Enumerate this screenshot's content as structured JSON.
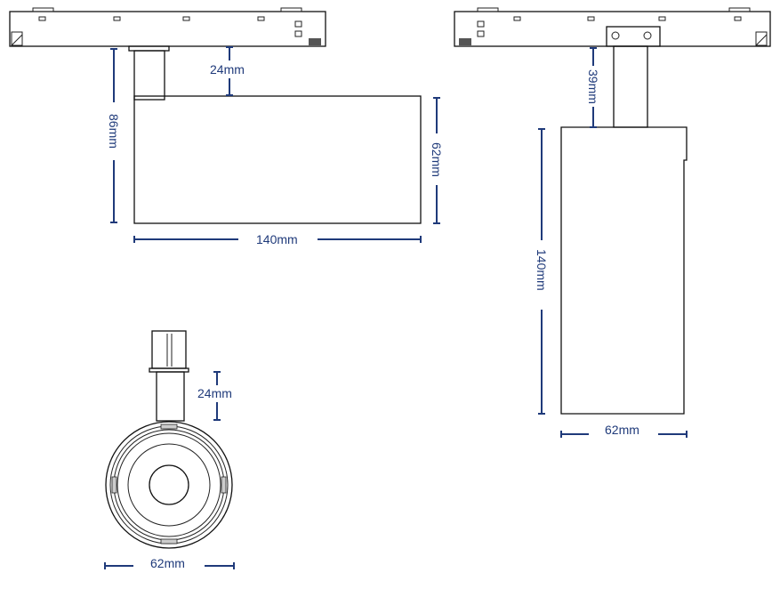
{
  "dimensions": {
    "side_view": {
      "stem_height": "24mm",
      "total_height": "86mm",
      "head_height": "62mm",
      "length": "140mm"
    },
    "front_view": {
      "stem_height": "39mm",
      "body_length": "140mm",
      "width": "62mm"
    },
    "end_view": {
      "stem_height": "24mm",
      "diameter": "62mm"
    }
  },
  "colors": {
    "dimension": "#1f3a7a",
    "outline": "#111111"
  }
}
